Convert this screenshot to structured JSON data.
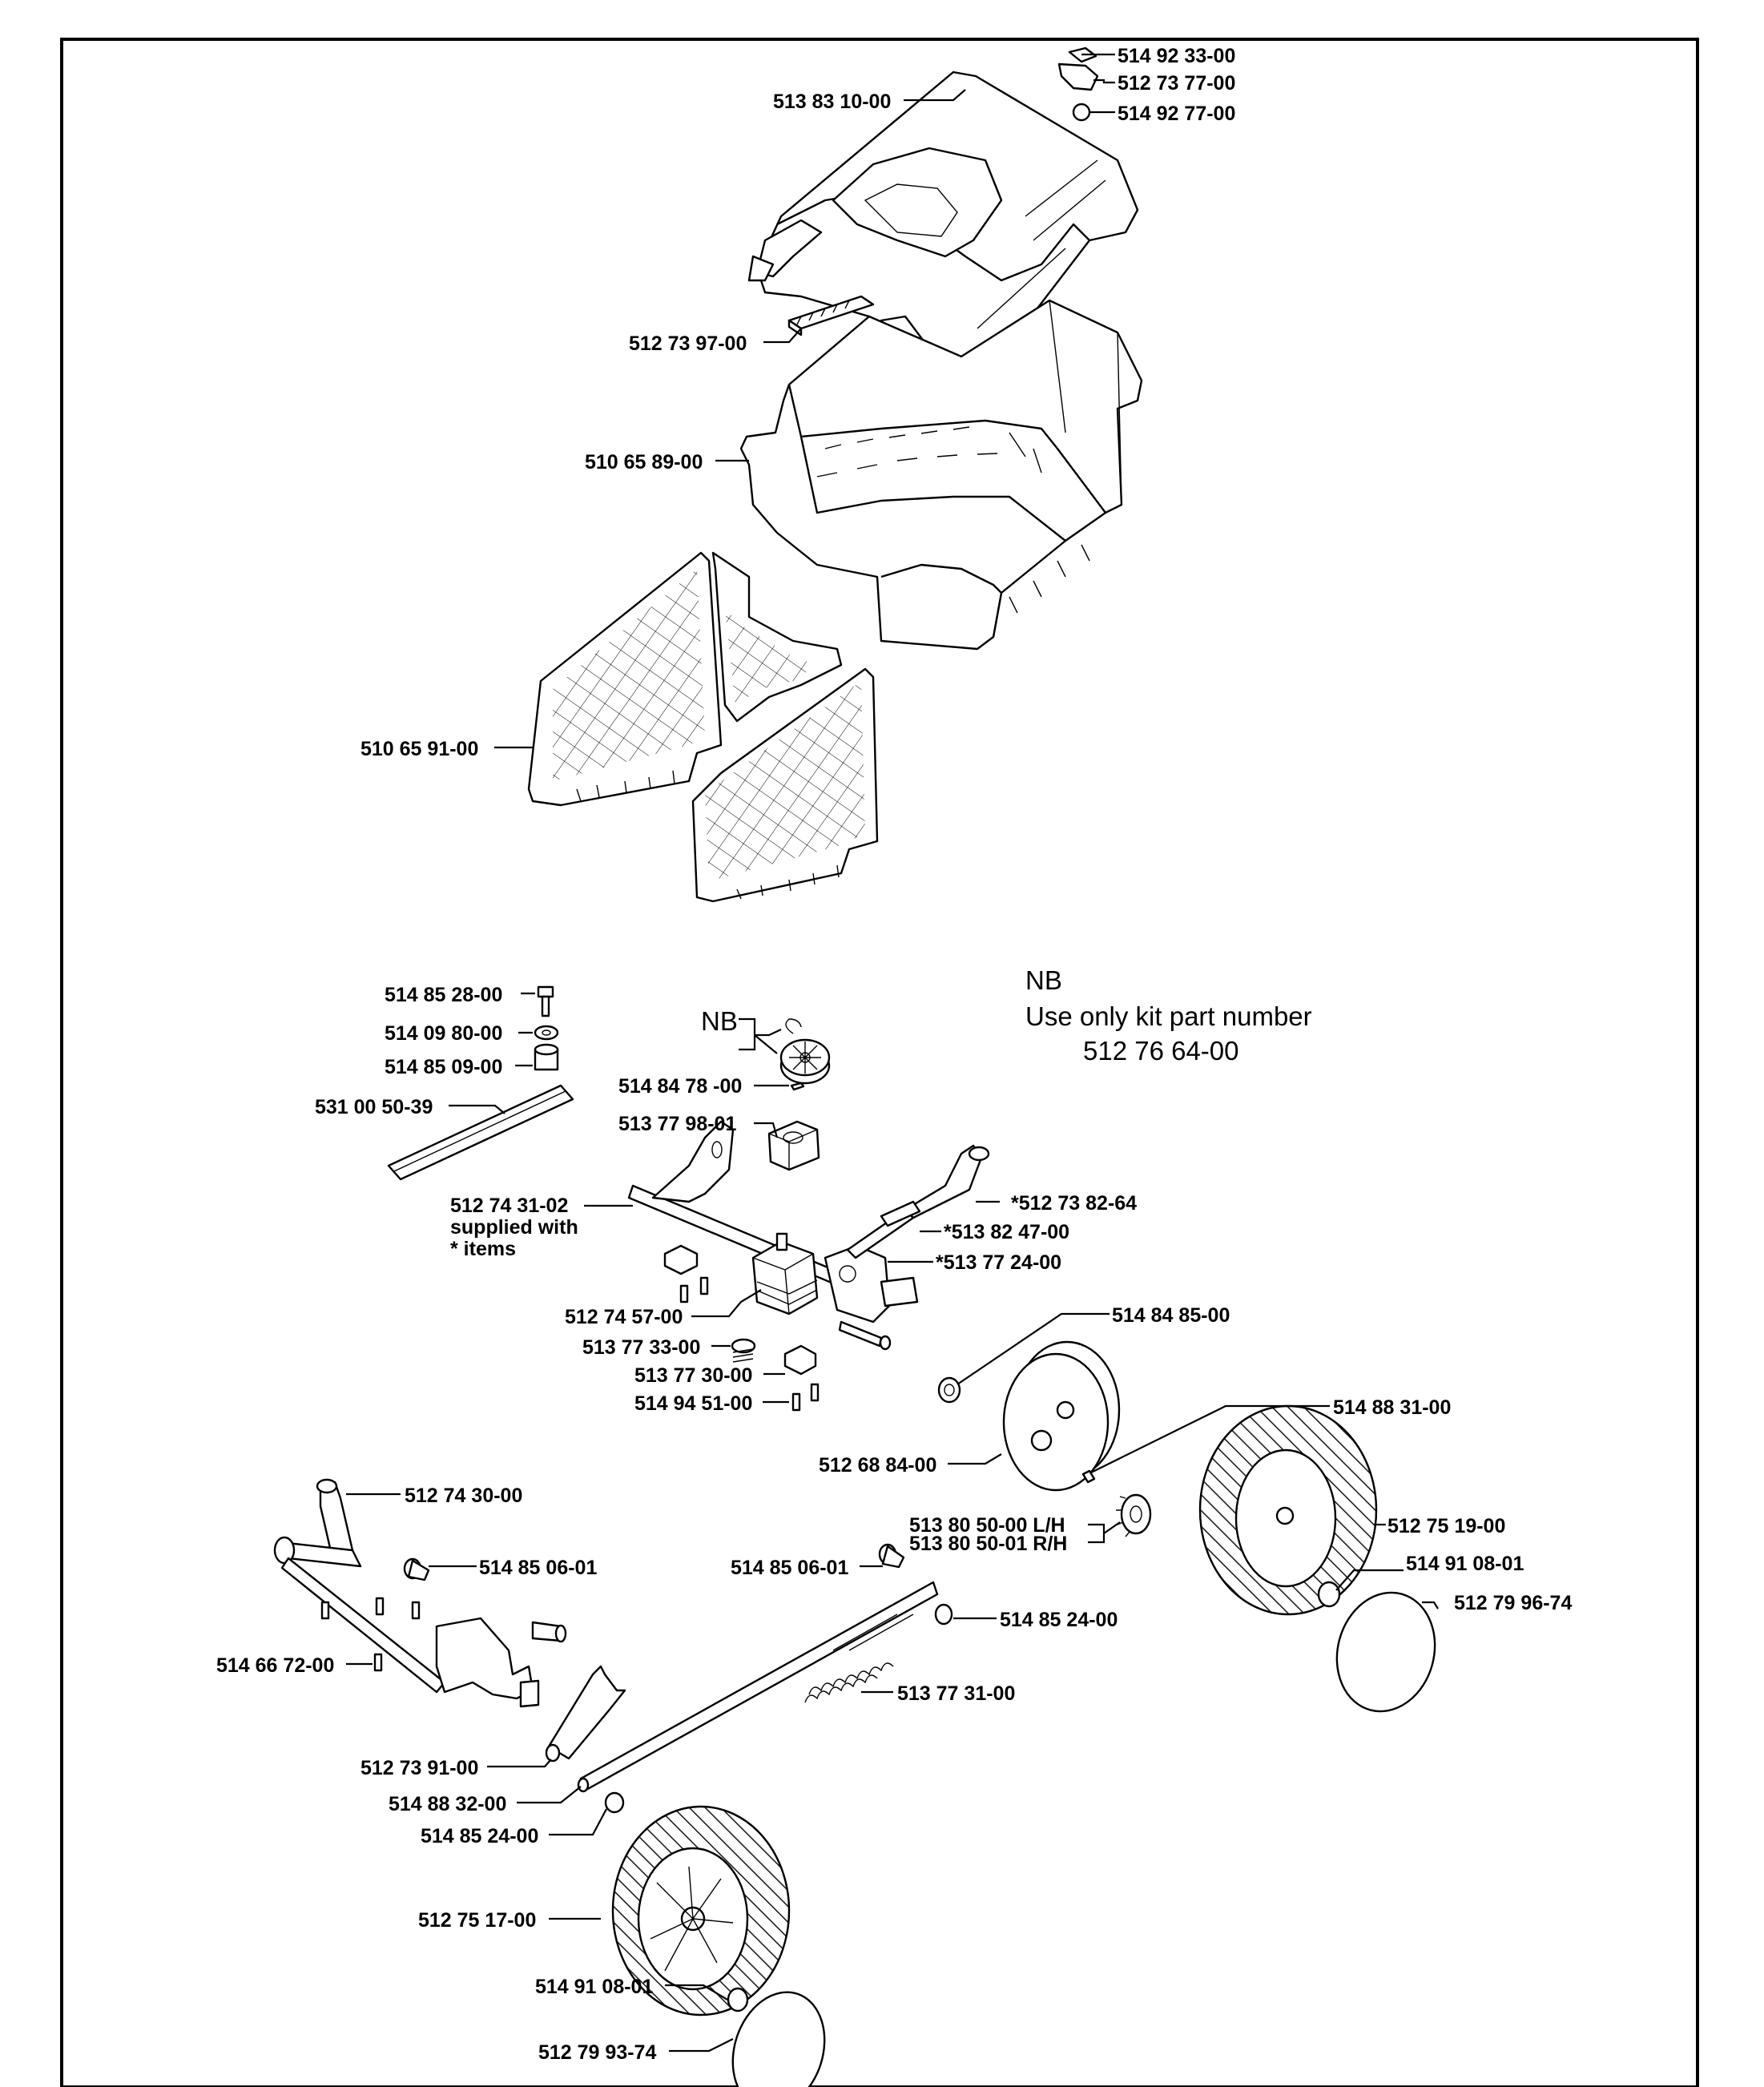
{
  "labels": {
    "l1": "514 92 33-00",
    "l2": "512 73 77-00",
    "l3": "514 92 77-00",
    "l4": "513 83 10-00",
    "l5": "512 73 97-00",
    "l6": "510 65 89-00",
    "l7": "510 65 91-00",
    "l8": "514 85 28-00",
    "l9": "514 09 80-00",
    "l10": "514 85 09-00",
    "l11": "531 00 50-39",
    "l12": "NB",
    "l13": "514 84 78 -00",
    "l14": "513 77 98-01",
    "l15a": "512 74 31-02",
    "l15b": "supplied with",
    "l15c": "* items",
    "l16": "*512 73 82-64",
    "l17": "*513 82 47-00",
    "l18": "*513 77 24-00",
    "l19": "512 74 57-00",
    "l20": "513 77 33-00",
    "l21": "513 77 30-00",
    "l22": "514 94 51-00",
    "l23": "514 84 85-00",
    "l24": "514 88 31-00",
    "l25": "512 68 84-00",
    "l26": "512 74 30-00",
    "l27": "514 85 06-01",
    "l28": "514 85 06-01",
    "l29a": "513 80 50-00 L/H",
    "l29b": "513 80 50-01 R/H",
    "l30": "512 75 19-00",
    "l31": "514 91 08-01",
    "l32": "512 79 96-74",
    "l33": "514 85 24-00",
    "l34": "514 66 72-00",
    "l35": "513 77 31-00",
    "l36": "512 73 91-00",
    "l37": "514 88 32-00",
    "l38": "514 85 24-00",
    "l39": "512 75 17-00",
    "l40": "514 91 08-01",
    "l41": "512 79 93-74"
  },
  "note": {
    "title": "NB",
    "line1": "Use only kit part number",
    "line2": "512 76 64-00"
  }
}
